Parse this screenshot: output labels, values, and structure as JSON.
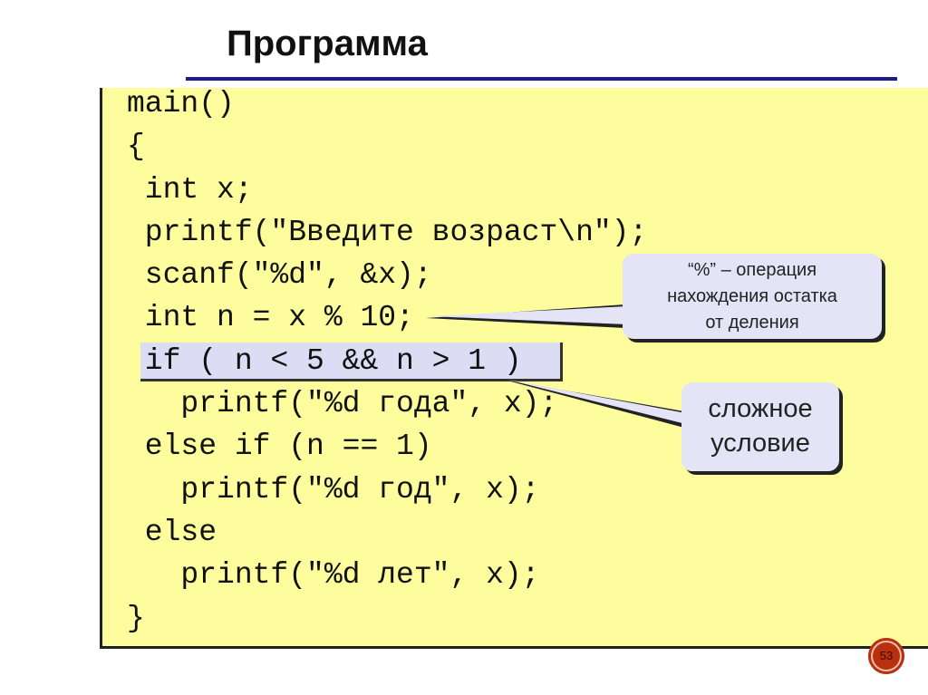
{
  "slide": {
    "title": "Программа",
    "page_number": "53",
    "code_lines": [
      "main()",
      "{",
      " int x;",
      " printf(\"Введите возраст\\n\");",
      " scanf(\"%d\", &x);",
      " int n = x % 10;",
      " if ( n < 5 && n > 1 )",
      "   printf(\"%d года\", x);",
      " else if (n == 1)",
      "   printf(\"%d год\", x);",
      " else",
      "   printf(\"%d лет\", x);",
      "}"
    ],
    "callouts": [
      {
        "lines": [
          "“%” – операция",
          "нахождения остатка",
          "от деления"
        ]
      },
      {
        "lines": [
          "сложное",
          "условие"
        ]
      }
    ],
    "colors": {
      "panel": "#fdfd9e",
      "callout": "#e4e4f6",
      "rule": "#1c1c8c"
    }
  }
}
